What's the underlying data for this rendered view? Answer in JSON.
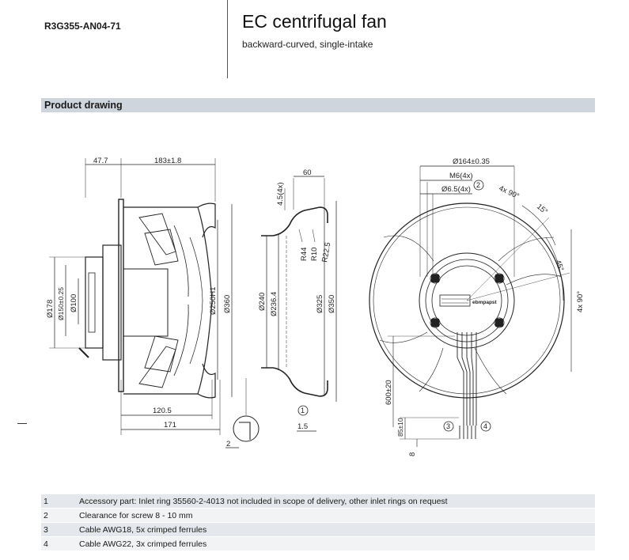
{
  "header": {
    "model": "R3G355-AN04-71",
    "title": "EC centrifugal fan",
    "subtitle": "backward-curved, single-intake"
  },
  "section": {
    "title": "Product drawing"
  },
  "drawing": {
    "side_view": {
      "dims_top": [
        "47.7",
        "183±1.8"
      ],
      "dims_bottom": [
        "120.5",
        "171",
        "2"
      ],
      "diameters": [
        "Ø178",
        "Ø150±0.25",
        "Ø100",
        "Ø250H1",
        "Ø360"
      ]
    },
    "profile_view": {
      "dims_top": [
        "60",
        "4.5(4x)"
      ],
      "radii": [
        "R44",
        "R10",
        "R22.5"
      ],
      "diameters": [
        "Ø240",
        "Ø236.4",
        "Ø325",
        "Ø350"
      ],
      "callout": "1",
      "offset": "1.5"
    },
    "front_view": {
      "dims_top": [
        "Ø164±0.35",
        "M6(4x)",
        "Ø6.5(4x)"
      ],
      "callout_2": "2",
      "angles": [
        "4x 90°",
        "15°",
        "45°",
        "4x 90°"
      ],
      "cable_dims": [
        "600±20",
        "85±10",
        "8"
      ],
      "callout_3": "3",
      "callout_4": "4",
      "brand": "ebmpapst"
    }
  },
  "notes": [
    {
      "num": "1",
      "text": "Accessory part: Inlet ring 35560-2-4013 not included in scope of delivery, other inlet rings on request"
    },
    {
      "num": "2",
      "text": "Clearance for screw 8 - 10 mm"
    },
    {
      "num": "3",
      "text": "Cable AWG18, 5x crimped ferrules"
    },
    {
      "num": "4",
      "text": "Cable AWG22, 3x crimped ferrules"
    }
  ]
}
